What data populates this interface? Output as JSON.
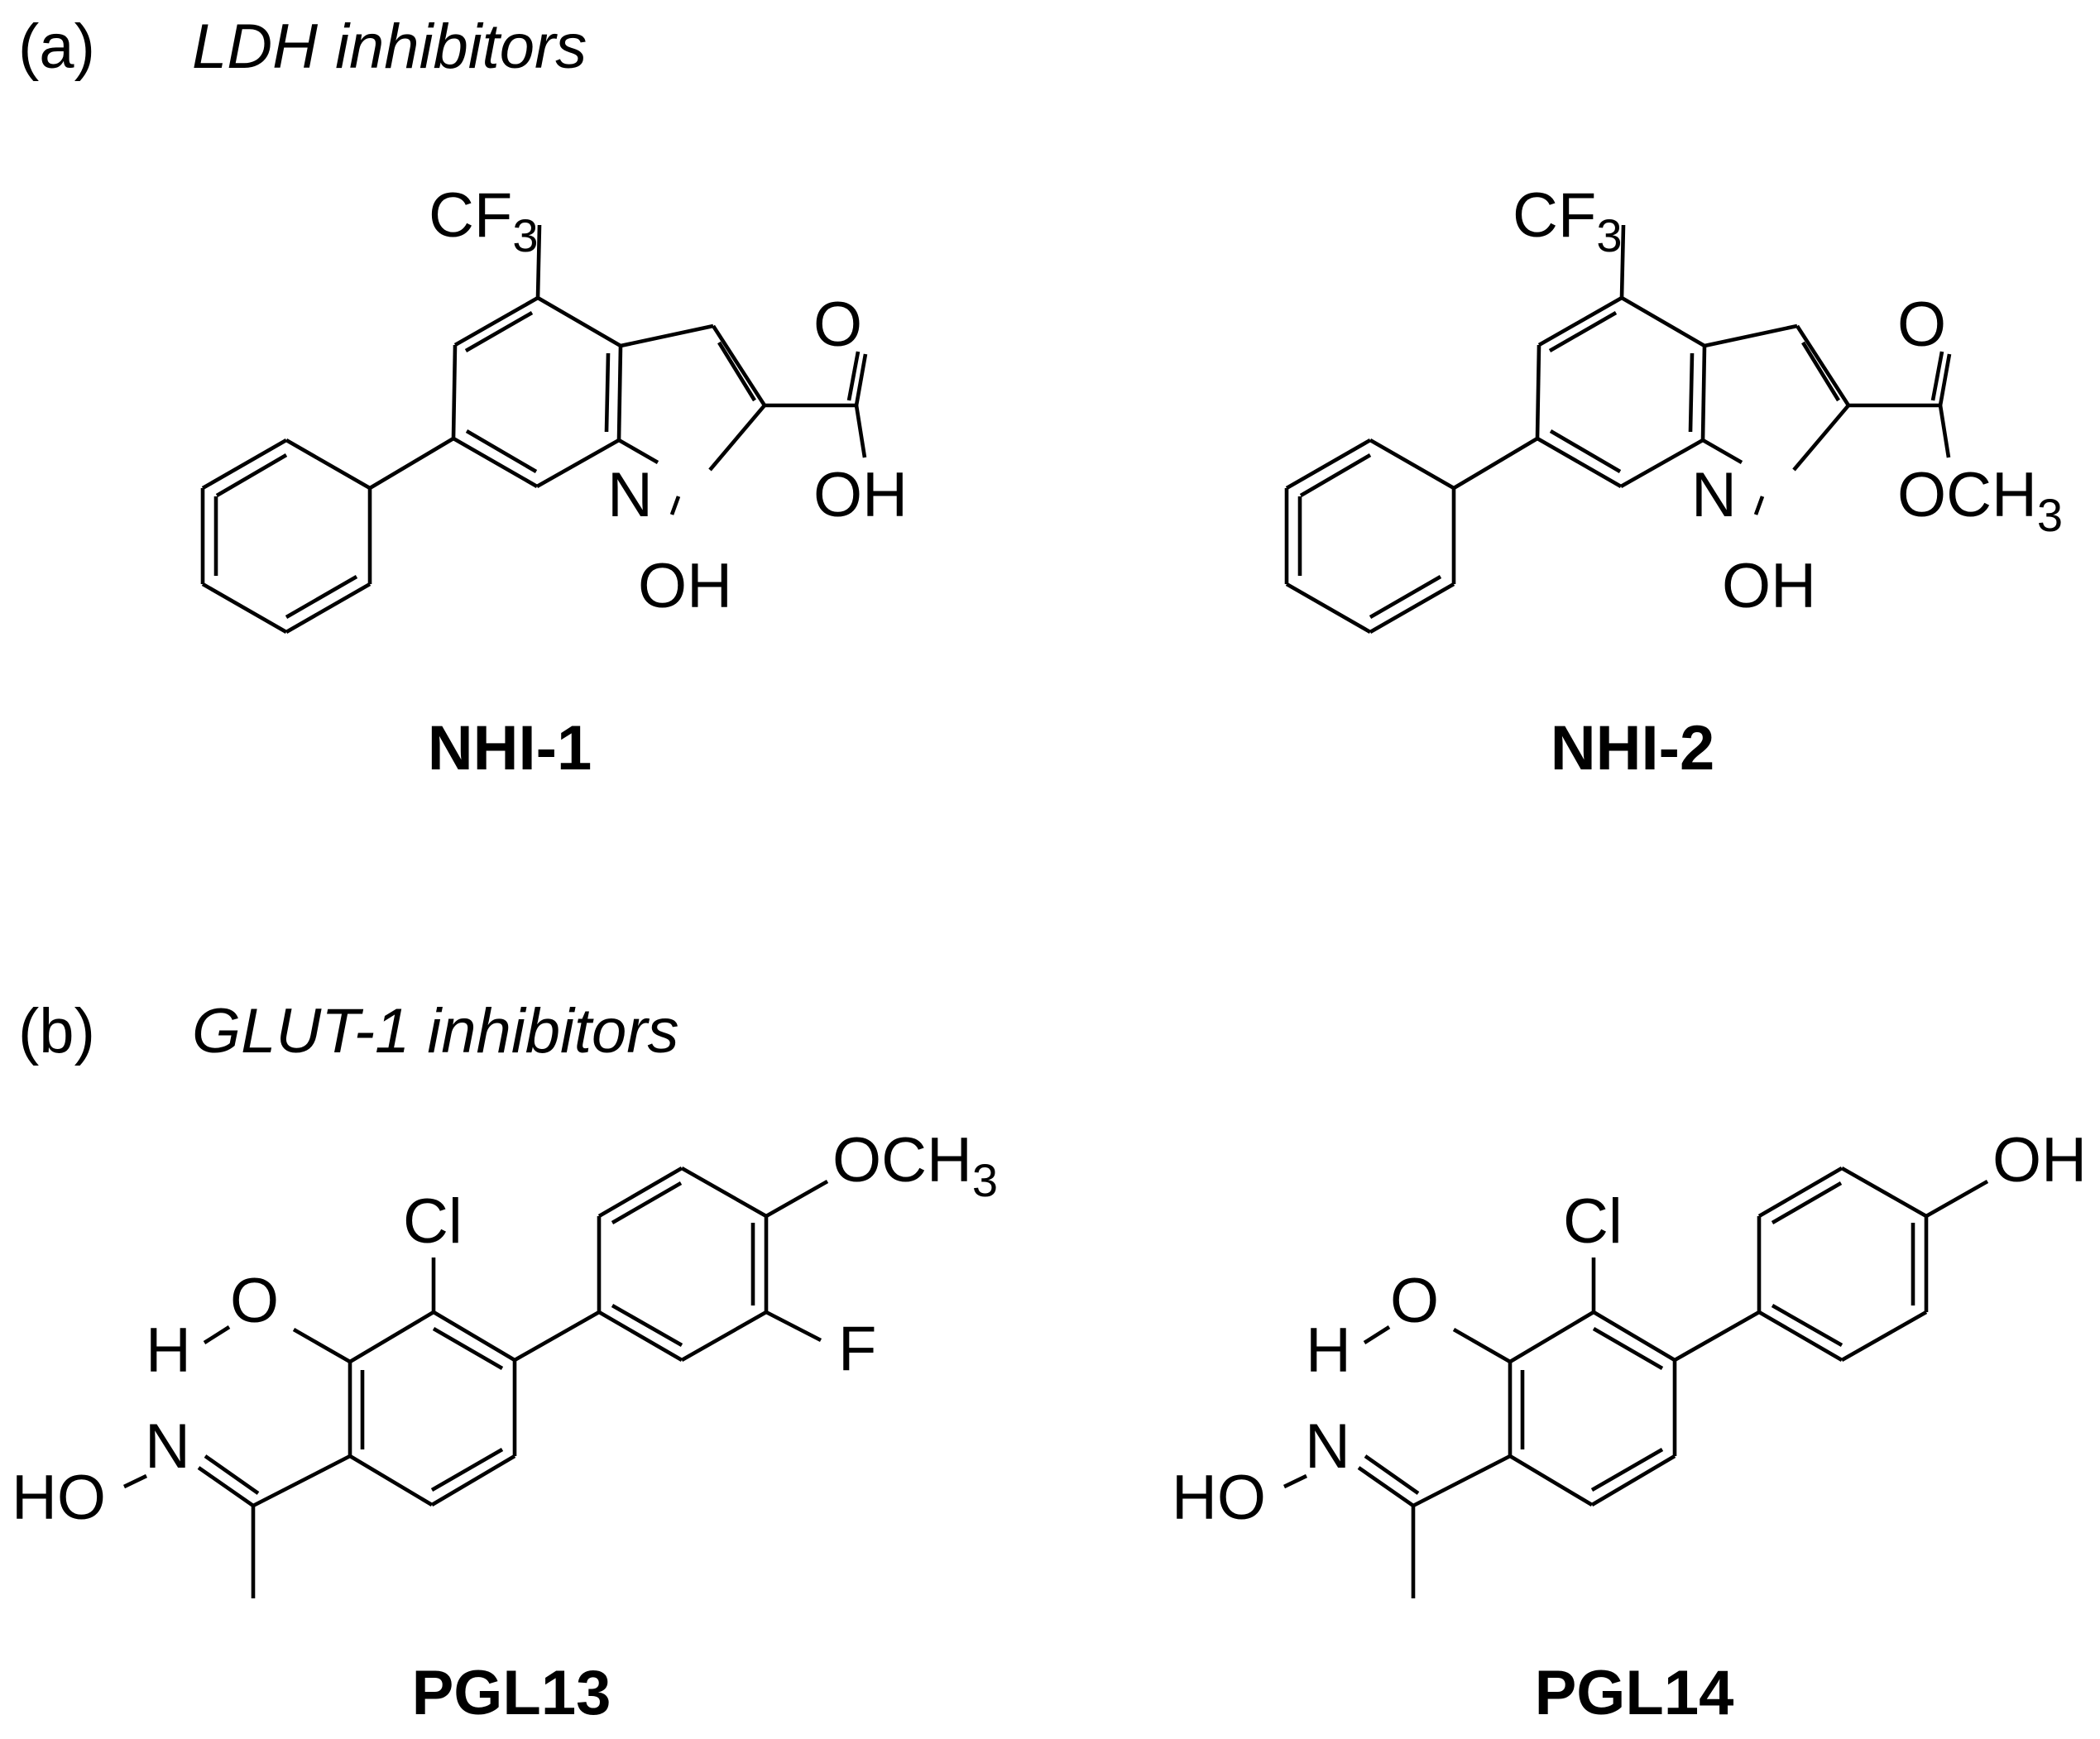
{
  "panels": [
    {
      "letter": "(a)",
      "title": "LDH inhibitors"
    },
    {
      "letter": "(b)",
      "title": "GLUT-1 inhibitors"
    }
  ],
  "compounds": {
    "nhi1": {
      "name": "NHI-1",
      "atoms": {
        "cf": "CF",
        "cf_sub": "3",
        "o_carbonyl": "O",
        "oh_acid": "OH",
        "n": "N",
        "oh_n": "OH"
      }
    },
    "nhi2": {
      "name": "NHI-2",
      "atoms": {
        "cf": "CF",
        "cf_sub": "3",
        "o_carbonyl": "O",
        "och": "OCH",
        "och_sub": "3",
        "n": "N",
        "oh_n": "OH"
      }
    },
    "pgl13": {
      "name": "PGL13",
      "atoms": {
        "cl": "Cl",
        "o": "O",
        "h": "H",
        "n": "N",
        "ho": "HO",
        "och": "OCH",
        "och_sub": "3",
        "f": "F"
      }
    },
    "pgl14": {
      "name": "PGL14",
      "atoms": {
        "cl": "Cl",
        "o": "O",
        "h": "H",
        "n": "N",
        "ho": "HO",
        "oh": "OH"
      }
    }
  }
}
